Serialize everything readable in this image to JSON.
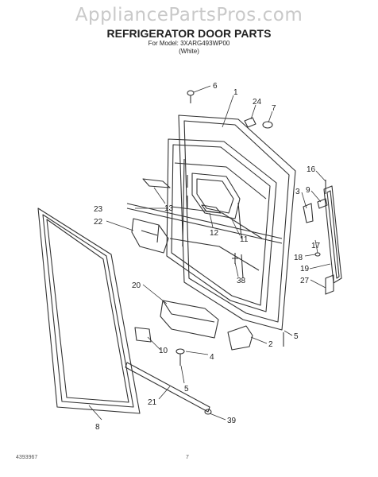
{
  "header": {
    "watermark": "AppliancePartsPros.com",
    "title": "REFRIGERATOR DOOR PARTS",
    "model_line": "For Model: 3XARG493WP00",
    "color_line": "(White)"
  },
  "callouts": [
    "6",
    "1",
    "24",
    "7",
    "16",
    "3",
    "9",
    "23",
    "13",
    "22",
    "12",
    "11",
    "17",
    "18",
    "19",
    "38",
    "27",
    "20",
    "4",
    "2",
    "5",
    "10",
    "5",
    "21",
    "39",
    "8"
  ],
  "footer": {
    "doc_number": "4393967",
    "page": "7"
  }
}
